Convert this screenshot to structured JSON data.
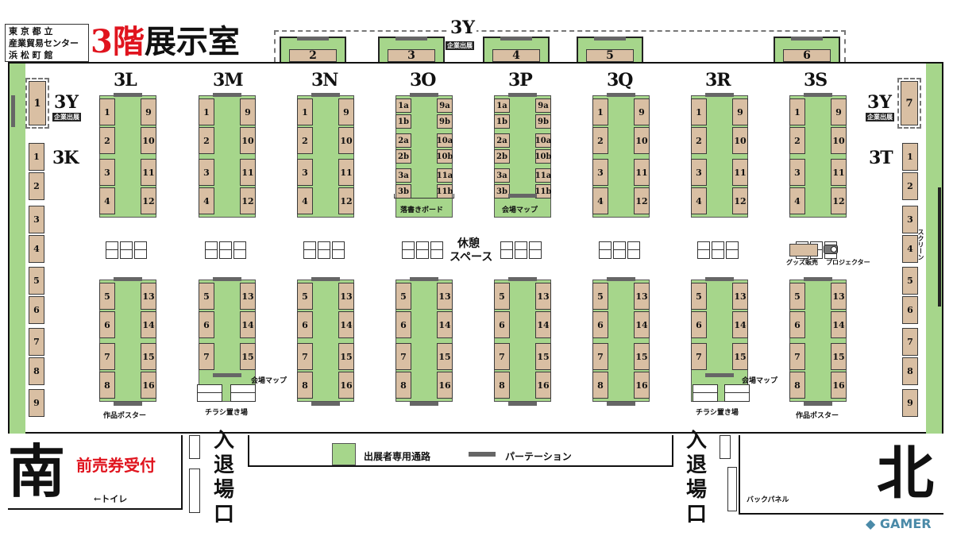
{
  "header": {
    "venue_line1": "東 京 都 立",
    "venue_line2": "産業貿易センター",
    "venue_line3": "浜 松 町 館",
    "floor": "3階",
    "room": "展示室"
  },
  "blocks": [
    {
      "id": "3L",
      "label": "3L"
    },
    {
      "id": "3M",
      "label": "3M"
    },
    {
      "id": "3N",
      "label": "3N"
    },
    {
      "id": "3O",
      "label": "3O"
    },
    {
      "id": "3P",
      "label": "3P"
    },
    {
      "id": "3Q",
      "label": "3Q"
    },
    {
      "id": "3R",
      "label": "3R"
    },
    {
      "id": "3S",
      "label": "3S"
    }
  ],
  "side_blocks": {
    "k": "3K",
    "t": "3T",
    "y_left": "3Y",
    "y_right": "3Y",
    "y_top": "3Y",
    "corp_label": "企業出展"
  },
  "top_booths": [
    "2",
    "3",
    "4",
    "5",
    "6"
  ],
  "left_corp_booth": "1",
  "right_corp_booth": "7",
  "k_booths": [
    "1",
    "2",
    "3",
    "4",
    "5",
    "6",
    "7",
    "8",
    "9"
  ],
  "t_booths": [
    "1",
    "2",
    "3",
    "4",
    "5",
    "6",
    "7",
    "8",
    "9"
  ],
  "upper_left_nums": [
    "1",
    "2",
    "3",
    "4"
  ],
  "upper_right_nums": [
    "9",
    "10",
    "11",
    "12"
  ],
  "o_upper_left_nums": [
    "1a",
    "1b",
    "2a",
    "2b",
    "3a",
    "3b"
  ],
  "o_upper_right_nums": [
    "9a",
    "9b",
    "10a",
    "10b",
    "11a",
    "11b"
  ],
  "lower_left_nums": [
    "5",
    "6",
    "7",
    "8"
  ],
  "lower_right_nums": [
    "13",
    "14",
    "15",
    "16"
  ],
  "labels": {
    "rest": "休憩\nスペース",
    "rest_l1": "休憩",
    "rest_l2": "スペース",
    "rakugaki": "落書きボード",
    "venue_map": "会場マップ",
    "goods": "グッズ販売",
    "projector": "プロジェクター",
    "screen": "スクリーン",
    "poster": "作品ポスター",
    "flyer": "チラシ置き場",
    "venue_map_m": "会場マップ",
    "venue_map_r": "会場マップ"
  },
  "legend": {
    "aisle": "出展者専用通路",
    "partition": "パーテーション"
  },
  "bottom": {
    "south": "南",
    "north": "北",
    "advance": "前売券受付",
    "toilet": "←トイレ",
    "entrance": [
      "入",
      "退",
      "場",
      "口"
    ],
    "back_panel": "バックパネル"
  },
  "watermark": "GAMER",
  "colors": {
    "aisle": "#a6d68b",
    "booth": "#d9bfa3",
    "partition": "#666666",
    "advance_text": "#e0141e",
    "floor_red": "#e0141e"
  }
}
